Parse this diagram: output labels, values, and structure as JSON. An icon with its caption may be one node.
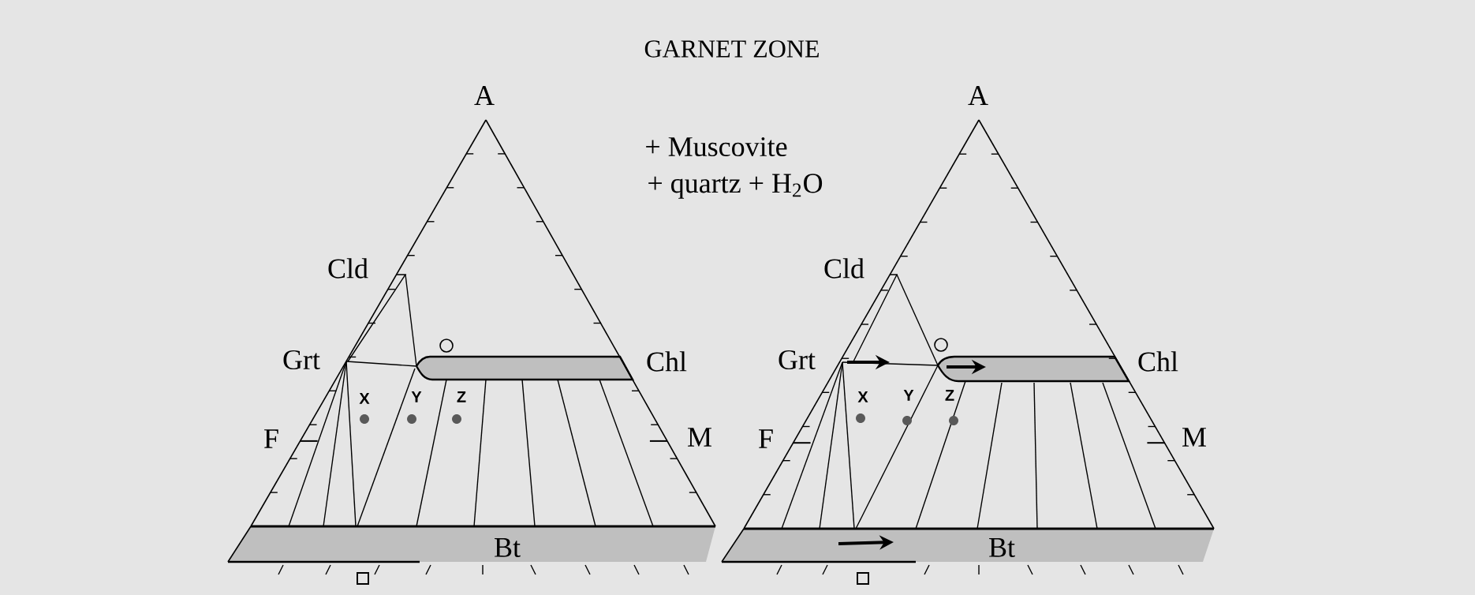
{
  "diagram": {
    "title": "GARNET ZONE",
    "labels": [
      "A",
      "A",
      "+ Muscovite",
      "+ quartz + H$_{2}$O",
      "Cld",
      "Cld",
      "Grt",
      "Chl",
      "Grt",
      "Chl",
      "X",
      "Y",
      "Z",
      "X",
      "Y",
      "Z",
      "F",
      "M",
      "F",
      "M",
      "Bt",
      "Bt"
    ]
  }
}
